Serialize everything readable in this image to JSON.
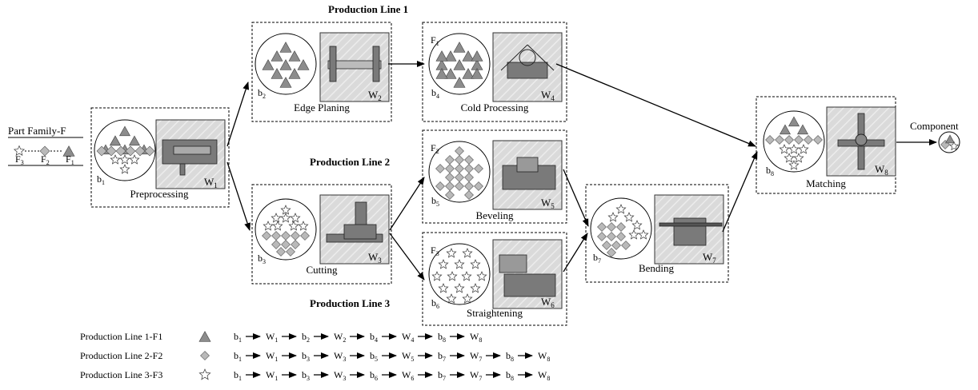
{
  "lines": {
    "line1": "Production Line 1",
    "line2": "Production Line 2",
    "line3": "Production Line 3"
  },
  "part_family": {
    "title": "Part Family-F",
    "f3": "F",
    "f3_sub": "3",
    "f2": "F",
    "f2_sub": "2",
    "f1": "F",
    "f1_sub": "1"
  },
  "stations": [
    {
      "key": "preprocessing",
      "name": "Preprocessing",
      "buffer": "b",
      "buffer_sub": "1",
      "machine": "W",
      "machine_sub": "1",
      "family": "",
      "family_sub": ""
    },
    {
      "key": "edge",
      "name": "Edge Planing",
      "buffer": "b",
      "buffer_sub": "2",
      "machine": "W",
      "machine_sub": "2",
      "family": "",
      "family_sub": ""
    },
    {
      "key": "cutting",
      "name": "Cutting",
      "buffer": "b",
      "buffer_sub": "3",
      "machine": "W",
      "machine_sub": "3",
      "family": "",
      "family_sub": ""
    },
    {
      "key": "cold",
      "name": "Cold Processing",
      "buffer": "b",
      "buffer_sub": "4",
      "machine": "W",
      "machine_sub": "4",
      "family": "F",
      "family_sub": "1"
    },
    {
      "key": "beveling",
      "name": "Beveling",
      "buffer": "b",
      "buffer_sub": "5",
      "machine": "W",
      "machine_sub": "5",
      "family": "F",
      "family_sub": "2"
    },
    {
      "key": "straightening",
      "name": "Straightening",
      "buffer": "b",
      "buffer_sub": "6",
      "machine": "W",
      "machine_sub": "6",
      "family": "F",
      "family_sub": "3"
    },
    {
      "key": "bending",
      "name": "Bending",
      "buffer": "b",
      "buffer_sub": "7",
      "machine": "W",
      "machine_sub": "7",
      "family": "",
      "family_sub": ""
    },
    {
      "key": "matching",
      "name": "Matching",
      "buffer": "b",
      "buffer_sub": "8",
      "machine": "W",
      "machine_sub": "8",
      "family": "",
      "family_sub": ""
    }
  ],
  "component_label": "Component",
  "routes": [
    {
      "label": "Production Line 1-F1",
      "symbol": "triangle",
      "steps": [
        [
          "b",
          "1"
        ],
        [
          "W",
          "1"
        ],
        [
          "b",
          "2"
        ],
        [
          "W",
          "2"
        ],
        [
          "b",
          "4"
        ],
        [
          "W",
          "4"
        ],
        [
          "b",
          "8"
        ],
        [
          "W",
          "8"
        ]
      ]
    },
    {
      "label": "Production Line 2-F2",
      "symbol": "diamond",
      "steps": [
        [
          "b",
          "1"
        ],
        [
          "W",
          "1"
        ],
        [
          "b",
          "3"
        ],
        [
          "W",
          "3"
        ],
        [
          "b",
          "5"
        ],
        [
          "W",
          "5"
        ],
        [
          "b",
          "7"
        ],
        [
          "W",
          "7"
        ],
        [
          "b",
          "8"
        ],
        [
          "W",
          "8"
        ]
      ]
    },
    {
      "label": "Production Line 3-F3",
      "symbol": "star",
      "steps": [
        [
          "b",
          "1"
        ],
        [
          "W",
          "1"
        ],
        [
          "b",
          "3"
        ],
        [
          "W",
          "3"
        ],
        [
          "b",
          "6"
        ],
        [
          "W",
          "6"
        ],
        [
          "b",
          "7"
        ],
        [
          "W",
          "7"
        ],
        [
          "b",
          "8"
        ],
        [
          "W",
          "8"
        ]
      ]
    }
  ],
  "colors": {
    "triangle": "#8c8c8c",
    "diamond": "#b9b9b9",
    "star": "#ffffff",
    "machine_bg": "#d9d9d9",
    "machine_part": "#7a7a7a"
  }
}
